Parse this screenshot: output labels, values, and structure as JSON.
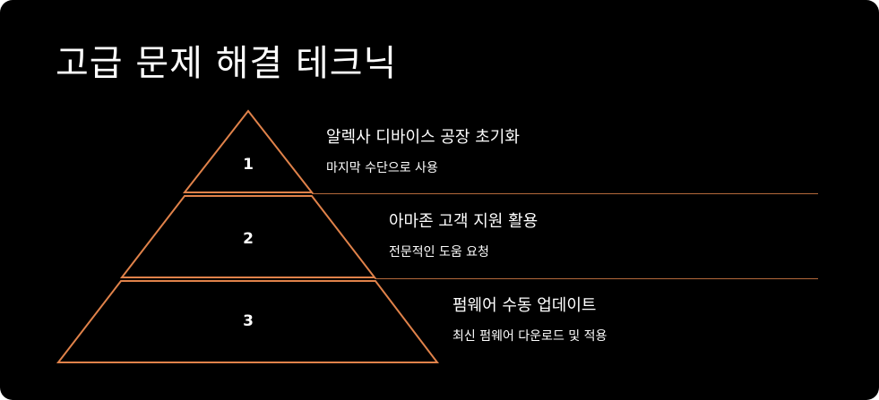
{
  "title": "고급 문제 해결 테크닉",
  "colors": {
    "background": "#000000",
    "accent": "#e0824a",
    "text": "#ffffff"
  },
  "tiers": [
    {
      "number": "1",
      "title": "알렉사 디바이스 공장 초기화",
      "subtitle": "마지막 수단으로 사용"
    },
    {
      "number": "2",
      "title": "아마존 고객 지원 활용",
      "subtitle": "전문적인 도움 요청"
    },
    {
      "number": "3",
      "title": "펌웨어 수동 업데이트",
      "subtitle": "최신 펌웨어 다운로드 및 적용"
    }
  ]
}
